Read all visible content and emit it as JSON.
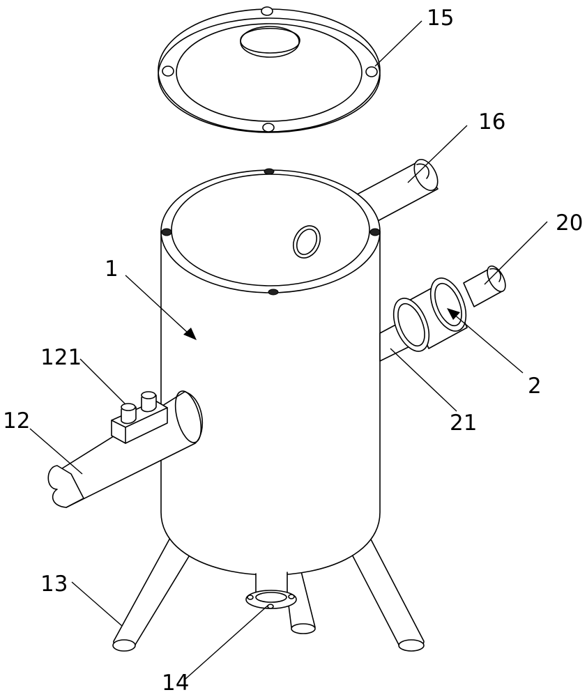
{
  "figure": {
    "labels": [
      {
        "id": "15",
        "text": "15"
      },
      {
        "id": "16",
        "text": "16"
      },
      {
        "id": "20",
        "text": "20"
      },
      {
        "id": "1",
        "text": "1"
      },
      {
        "id": "2",
        "text": "2"
      },
      {
        "id": "21",
        "text": "21"
      },
      {
        "id": "121",
        "text": "121"
      },
      {
        "id": "12",
        "text": "12"
      },
      {
        "id": "13",
        "text": "13"
      },
      {
        "id": "14",
        "text": "14"
      }
    ]
  }
}
